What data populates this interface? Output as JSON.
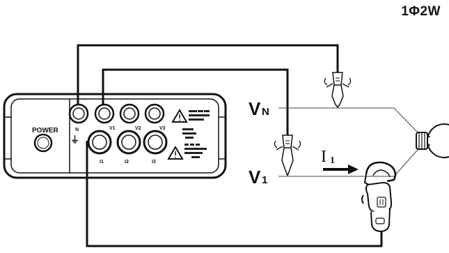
{
  "title": "1Φ2W",
  "instrument": {
    "power_label": "POWER",
    "voltage_terminals": [
      "N",
      "V1",
      "V2",
      "V3"
    ],
    "current_terminals": [
      "I1",
      "I2",
      "I3"
    ],
    "ground_symbol": "⏚",
    "warning_icon": "warning-triangle-icon"
  },
  "labels": {
    "vn_main": "V",
    "vn_sub": "N",
    "v1_main": "V",
    "v1_sub": "1",
    "i1_main": "I",
    "i1_sub": "1"
  }
}
